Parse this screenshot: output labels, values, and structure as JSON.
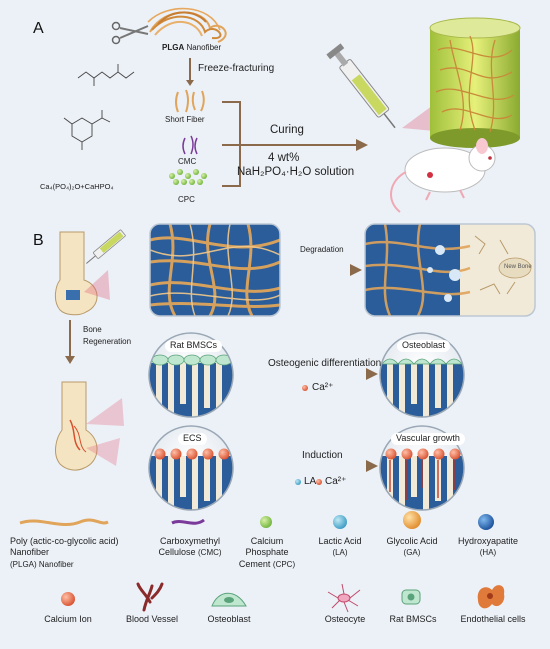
{
  "panel_a": {
    "letter": "A",
    "plga_bold": "PLGA",
    "plga_rest": " Nanofiber",
    "freeze": "Freeze-fracturing",
    "short_fiber": "Short Fiber",
    "cmc": "CMC",
    "cpc_formula": "Ca₄(PO₄)₂O+CaHPO₄",
    "cpc": "CPC",
    "curing": "Curing",
    "conc": "4 wt%",
    "solution": "NaH₂PO₄·H₂O solution"
  },
  "panel_b": {
    "letter": "B",
    "degradation": "Degradation",
    "new_bone": "New Bone",
    "bone_regen_1": "Bone",
    "bone_regen_2": "Regeneration",
    "rat_bmscs": "Rat BMSCs",
    "osteoblast": "Osteoblast",
    "osteo_diff": "Osteogenic differentiation",
    "ca": "Ca²⁺",
    "ecs": "ECS",
    "vascular": "Vascular growth",
    "induction": "Induction",
    "la": "LA",
    "ca2": "Ca²⁺"
  },
  "legend": {
    "row1": [
      {
        "name": "Poly (actic-co-glycolic acid) Nanofiber",
        "sub": "(PLGA) Nanofiber",
        "icon": "fiber-icon"
      },
      {
        "name": "Carboxymethyl Cellulose",
        "sub": "(CMC)",
        "icon": "cmc-icon"
      },
      {
        "name": "Calcium Phosphate Cement",
        "sub": "(CPC)",
        "icon": "cpc-icon"
      },
      {
        "name": "Lactic Acid",
        "sub": "(LA)",
        "icon": "la-sphere-icon"
      },
      {
        "name": "Glycolic Acid",
        "sub": "(GA)",
        "icon": "ga-sphere-icon"
      },
      {
        "name": "Hydroxyapatite",
        "sub": "(HA)",
        "icon": "ha-sphere-icon"
      }
    ],
    "row2": [
      {
        "name": "Calcium Ion",
        "icon": "calcium-ion-icon"
      },
      {
        "name": "Blood Vessel",
        "icon": "blood-vessel-icon"
      },
      {
        "name": "Osteoblast",
        "icon": "osteoblast-icon"
      },
      {
        "name": "Osteocyte",
        "icon": "osteocyte-icon"
      },
      {
        "name": "Rat BMSCs",
        "icon": "rat-bmsc-icon"
      },
      {
        "name": "Endothelial cells",
        "icon": "endothelial-icon"
      }
    ]
  },
  "colors": {
    "background": "#ecf1f7",
    "arrow": "#8a6a4a",
    "fiber": "#e0a45a",
    "scaffold_blue": "#2a5d9a",
    "cpc_green": "#8ccb4a",
    "calcium": "#e06b4a",
    "lactic": "#4aa3c8"
  }
}
